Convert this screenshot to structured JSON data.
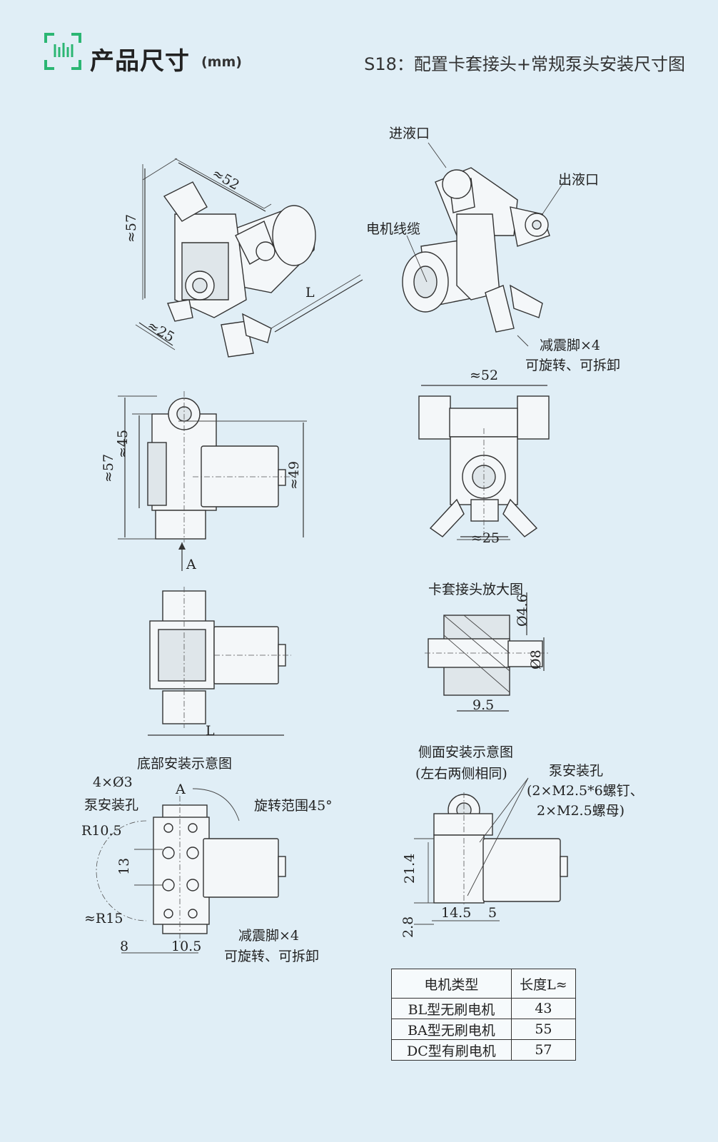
{
  "header": {
    "title": "产品尺寸",
    "unit": "(mm)",
    "subtitle": "S18：配置卡套接头+常规泵头安装尺寸图",
    "accent_color": "#2bb673"
  },
  "iso_view": {
    "dim_width": "≈52",
    "dim_height": "≈57",
    "dim_depth": "≈25",
    "dim_length": "L",
    "label_inlet": "进液口",
    "label_outlet": "出液口",
    "label_cable": "电机线缆",
    "label_feet": "减震脚×4",
    "label_feet_note": "可旋转、可拆卸"
  },
  "side_view": {
    "dim_57": "≈57",
    "dim_45": "≈45",
    "dim_49": "≈49",
    "view_marker": "A"
  },
  "front_view": {
    "dim_52": "≈52",
    "dim_25": "≈25"
  },
  "top_view": {
    "dim_length": "L"
  },
  "fitting_detail": {
    "title": "卡套接头放大图",
    "dim_46": "Ø4.6",
    "dim_8": "Ø8",
    "dim_95": "9.5"
  },
  "bottom_mount": {
    "title": "底部安装示意图",
    "view_marker": "A",
    "holes": "4×Ø3",
    "holes_label": "泵安装孔",
    "r105": "R10.5",
    "dim_13": "13",
    "r15": "≈R15",
    "dim_8": "8",
    "dim_105": "10.5",
    "rotation": "旋转范围45°",
    "feet": "减震脚×4",
    "feet_note": "可旋转、可拆卸"
  },
  "side_mount": {
    "title": "侧面安装示意图",
    "title_note": "(左右两侧相同)",
    "holes_label": "泵安装孔",
    "holes_note_1": "(2×M2.5*6螺钉、",
    "holes_note_2": "2×M2.5螺母)",
    "dim_214": "21.4",
    "dim_28": "2.8",
    "dim_145": "14.5",
    "dim_5": "5"
  },
  "motor_table": {
    "headers": [
      "电机类型",
      "长度L≈"
    ],
    "rows": [
      {
        "type": "BL型无刷电机",
        "length": "43"
      },
      {
        "type": "BA型无刷电机",
        "length": "55"
      },
      {
        "type": "DC型有刷电机",
        "length": "57"
      }
    ]
  }
}
